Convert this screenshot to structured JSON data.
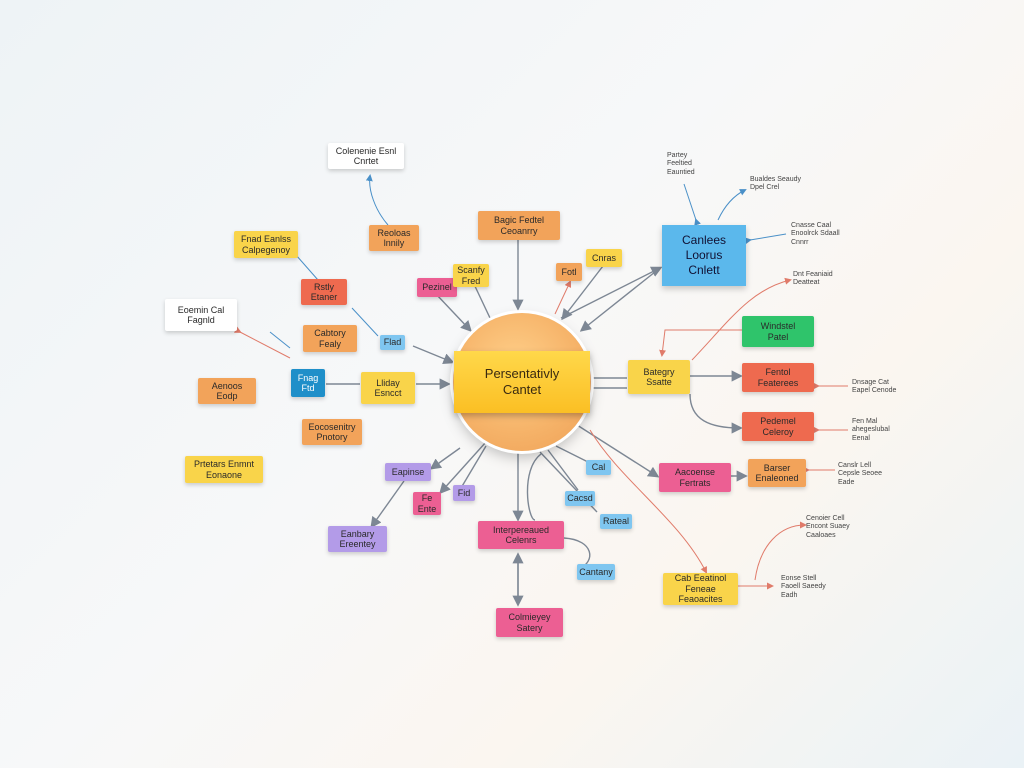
{
  "colors": {
    "yellow": "#f9d44a",
    "orange": "#f2a35a",
    "red": "#ee6a4f",
    "pink": "#ec5f93",
    "green": "#2fc46b",
    "blue": "#7fc6f0",
    "purple": "#b39be8",
    "white": "#ffffff",
    "teal": "#1f8fc9",
    "arrow_gray": "#7d8794",
    "arrow_red": "#e07b6a"
  },
  "center": {
    "label": "Persentativly\nCantet"
  },
  "main_right": {
    "label": "Canlees\nLoorus\nCnlett"
  },
  "nodes": {
    "n_top_white": "Colenenie Esnl\nCnrtet",
    "n_fnad": "Fnad Eanlss\nCalpegenoy",
    "n_redoas": "Reoloas\nlnnily",
    "n_rstly": "Rstly\nEtaner",
    "n_eomn": "Eoemin Cal\nFagnld",
    "n_cantory": "Cabtory\nFealy",
    "n_flad": "Flad",
    "n_ftag": "Fnag\nFtd",
    "n_hiday": "Lliday\nEsncct",
    "n_aeccoe": "Aenoos\nEodp",
    "n_ecosenity": "Eocosenitry\nPnotory",
    "n_prater": "Prtetars Enmnt\nEonaone",
    "n_bage": "Bagic Fedtel\nCeoanrry",
    "n_pezinel": "Pezinel",
    "n_scanfy": "Scanfy\nFred",
    "n_fotl": "Fotl",
    "n_cnras": "Cnras",
    "n_bategy": "Bategry\nSsatte",
    "n_windstel": "Windstel\nPatel",
    "n_fentol": "Fentol\nFeaterees",
    "n_pedemel": "Pedemel\nCeleroy",
    "n_ascocse": "Aacoense\nFertrats",
    "n_barser": "Barser\nEnaleoned",
    "n_cab": "Cab Eeatinol\nFeneae\nFeaoacites",
    "n_eapinse": "Eapinse",
    "n_fe": "Fe\nEnte",
    "n_fid": "Fid",
    "n_eanbary": "Eanbary\nEreentey",
    "n_cal": "Cal",
    "n_cacsd": "Cacsd",
    "n_ratial": "Rateal",
    "n_interperedned": "Interpereaued\nCelenrs",
    "n_cantany": "Cantany",
    "n_colmieyey": "Colmieyey\nSatery"
  },
  "notes": {
    "t_topright": "Partey\nFeeltied\nEauntied",
    "t_bualdes": "Bualdes Seaudy\nDpel Crel",
    "t_cnasse": "Cnasse Caal\nEnoolrck Sdaall\nCnnrr",
    "t_dnt": "Dnt Feaniaid\nDeatteat",
    "t_dnsage": "Dnsage Cat\nEapel Cenode",
    "t_fen": "Fen Mal\nahegeslubal\nEenal",
    "t_canslr": "Canslr Lell\nCepsle Seoee\nEade",
    "t_cencier": "Cenoier Cell\nEncont Suaey\nCaaloaes",
    "t_eonse": "Eonse Stell\nFaoell Saeedy\nEadh"
  }
}
